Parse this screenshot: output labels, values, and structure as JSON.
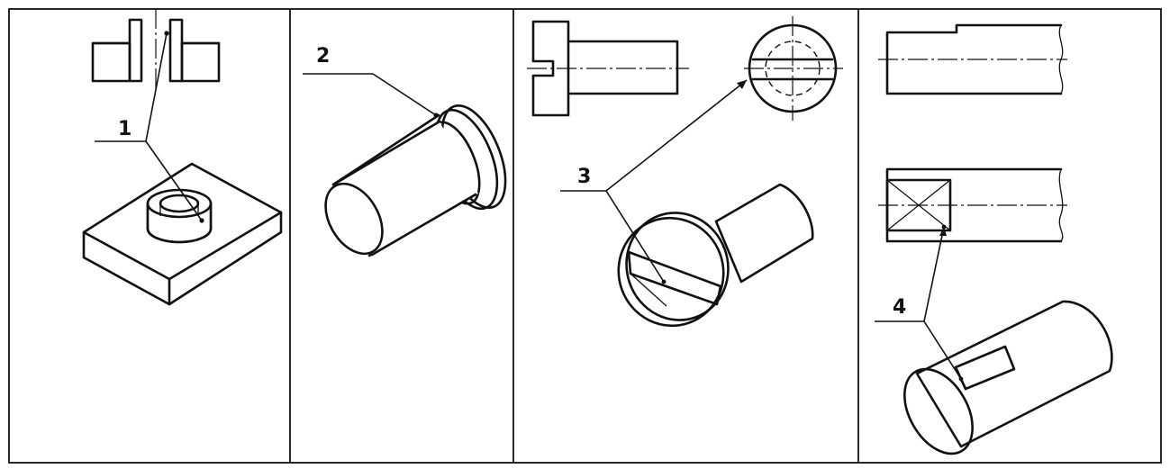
{
  "callouts": [
    "1",
    "2",
    "3",
    "4"
  ]
}
